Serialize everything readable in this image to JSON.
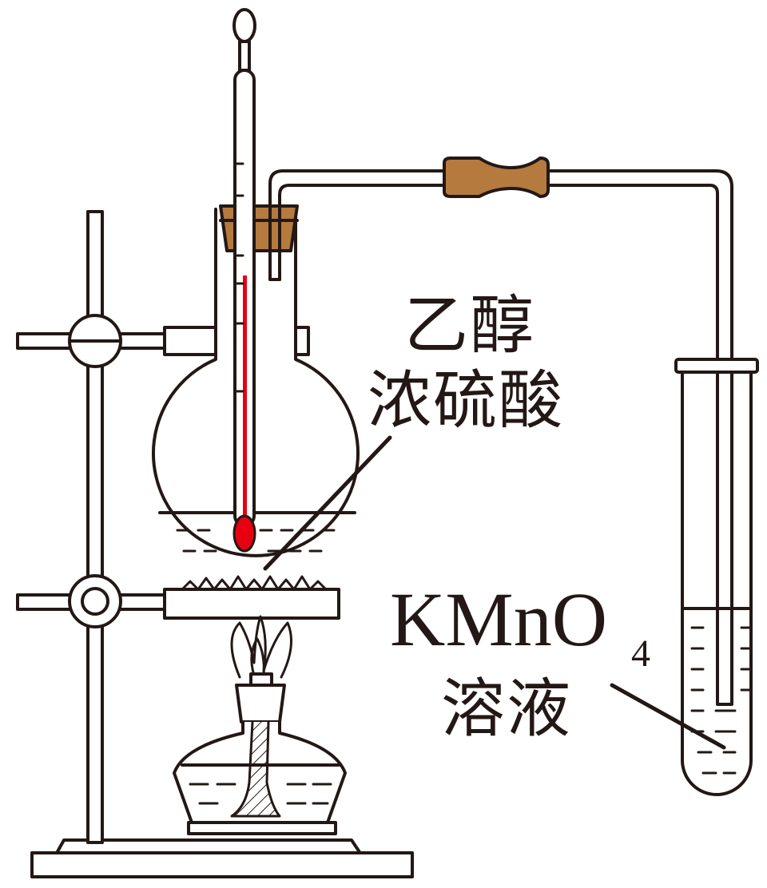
{
  "labels": {
    "ethanol": "乙醇",
    "sulfuric_acid": "浓硫酸",
    "kmno4_formula": "KMnO",
    "kmno4_subscript": "4",
    "solution": "溶液"
  },
  "colors": {
    "stroke": "#231815",
    "rubber": "#b57a3e",
    "cork": "#b57a3e",
    "thermometer_liquid": "#e60012"
  }
}
